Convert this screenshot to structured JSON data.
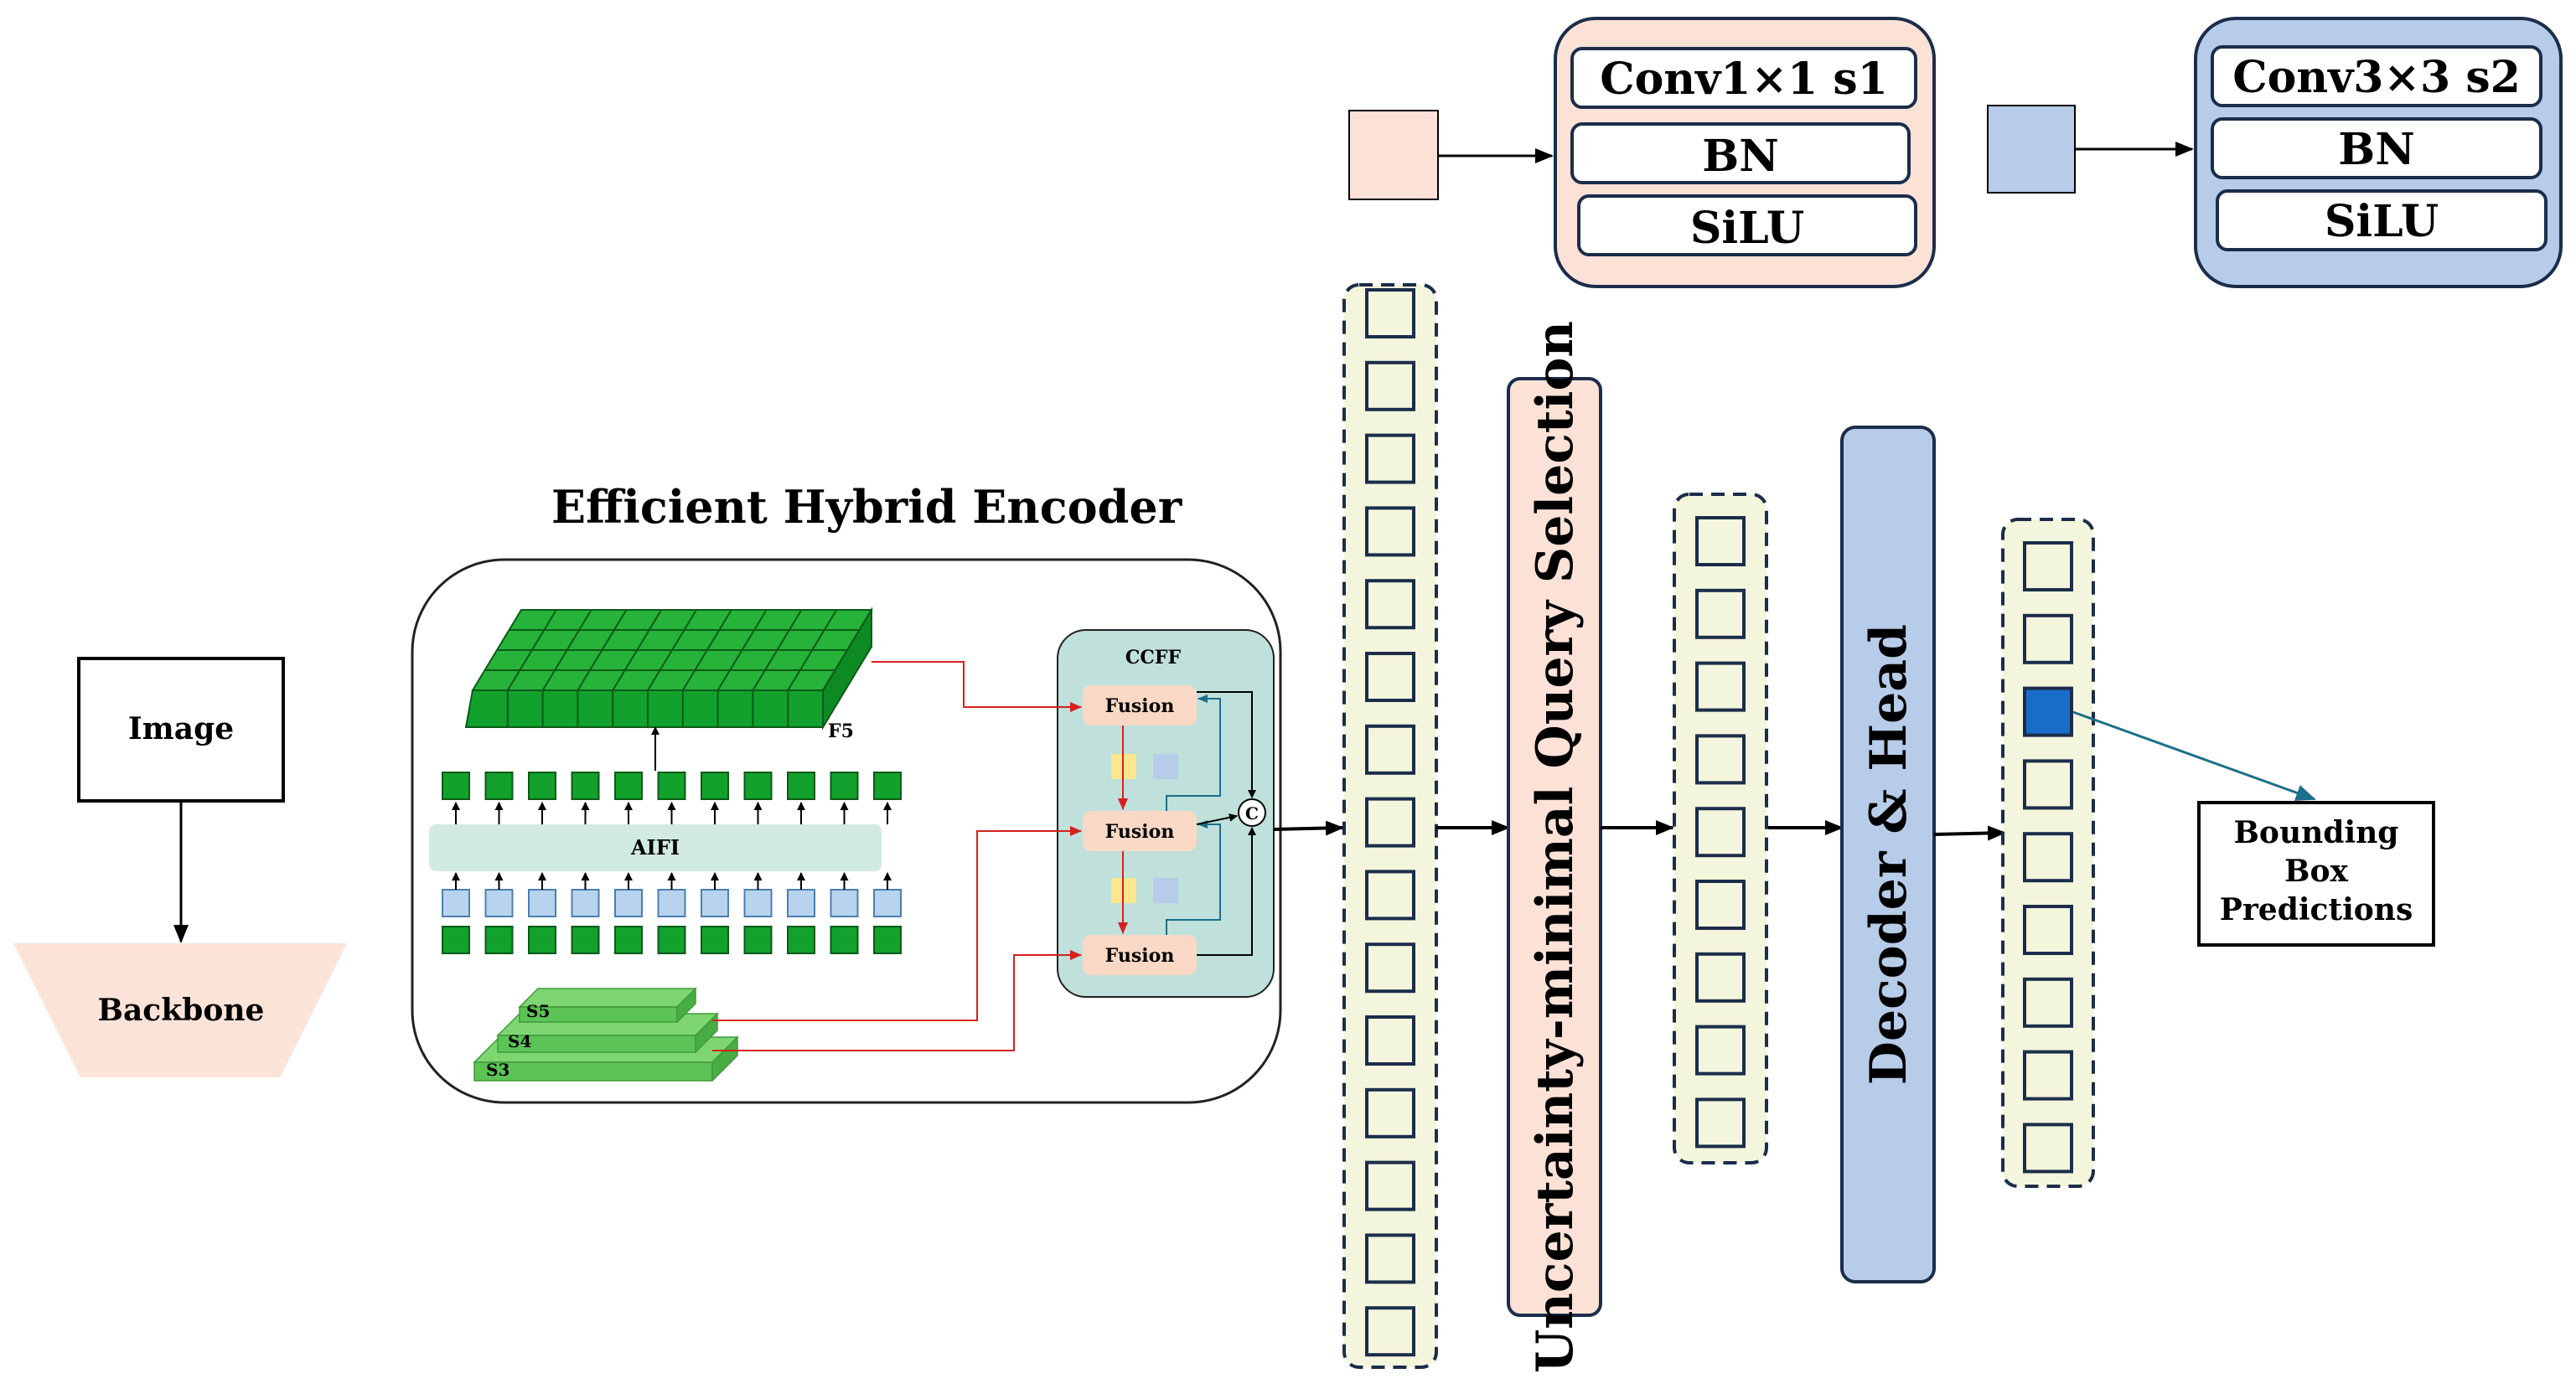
{
  "colors": {
    "backbone_fill": "#fce3d8",
    "conv1_fill": "#fbe1d6",
    "conv3_fill": "#b6cce8",
    "query_col_fill": "#f4f5dd",
    "aifi_fill": "#d1eae3",
    "ccff_fill": "#bfe0db",
    "fusion_fill": "#f9d9c5",
    "green_dark": "#12a12c",
    "green_light": "#7ed672",
    "token_blue": "#b8d3ee",
    "accent_blue": "#1a6cc9",
    "red_arrow": "#d62020",
    "teal_arrow": "#1a6f8a"
  },
  "image_box": {
    "label": "Image"
  },
  "backbone": {
    "label": "Backbone"
  },
  "encoder": {
    "title": "Efficient Hybrid Encoder",
    "f5_label": "F5",
    "aifi_label": "AIFI",
    "s5_label": "S5",
    "s4_label": "S4",
    "s3_label": "S3",
    "ccff_label": "CCFF",
    "fusion_labels": [
      "Fusion",
      "Fusion",
      "Fusion"
    ],
    "concat_symbol": "C"
  },
  "conv_block_1": {
    "lines": [
      "Conv1×1 s1",
      "BN",
      "SiLU"
    ]
  },
  "conv_block_2": {
    "lines": [
      "Conv3×3 s2",
      "BN",
      "SiLU"
    ]
  },
  "query_selection": {
    "label": "Uncertainty-minimal Query Selection"
  },
  "decoder": {
    "label": "Decoder & Head"
  },
  "output": {
    "label_lines": [
      "Bounding",
      "Box",
      "Predictions"
    ]
  }
}
